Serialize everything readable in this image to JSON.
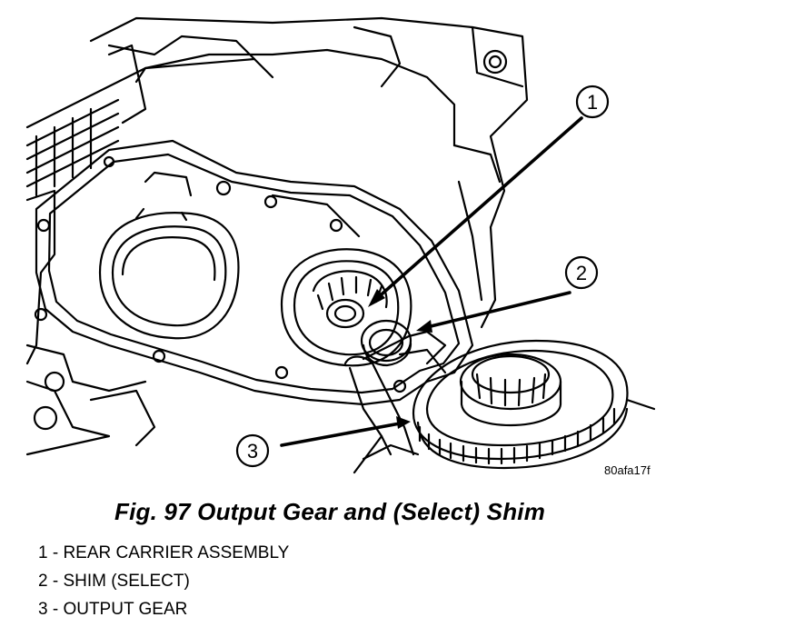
{
  "figure": {
    "code": "80afa17f",
    "caption": "Fig. 97 Output Gear and (Select) Shim",
    "callouts": [
      "1",
      "2",
      "3"
    ]
  },
  "legend": [
    "1 - REAR CARRIER ASSEMBLY",
    "2 - SHIM (SELECT)",
    "3 - OUTPUT GEAR"
  ]
}
